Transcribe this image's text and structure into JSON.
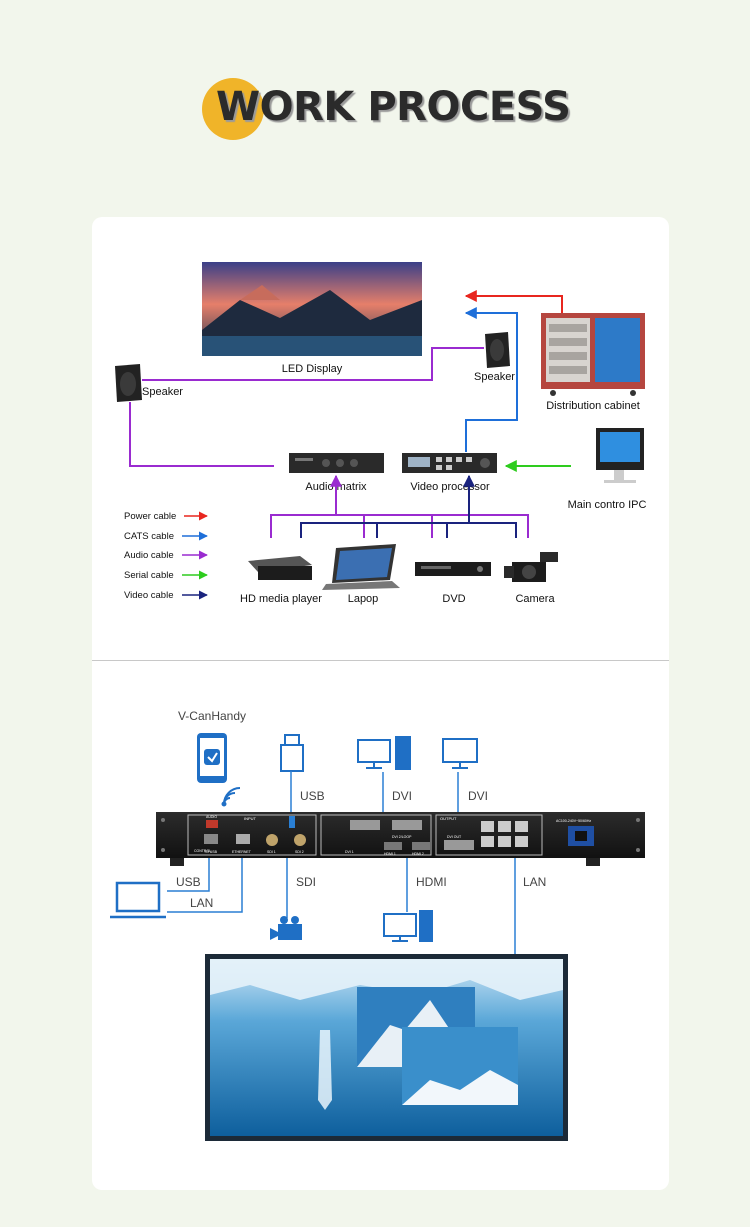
{
  "header": {
    "title": "WORK PROCESS",
    "accent_color": "#f0b429"
  },
  "diagram_top": {
    "nodes": {
      "led_display": "LED  Display",
      "speaker_left": "Speaker",
      "speaker_right": "Speaker",
      "distribution_cabinet": "Distribution cabinet",
      "audio_matrix": "Audio matrix",
      "video_processor": "Video processor",
      "main_control_ipc": "Main contro IPC",
      "hd_media_player": "HD media player",
      "laptop": "Lapop",
      "dvd": "DVD",
      "camera": "Camera"
    },
    "legend": [
      {
        "label": "Power cable",
        "color": "#e8261f"
      },
      {
        "label": "CATS cable",
        "color": "#1e6fd9"
      },
      {
        "label": "Audio cable",
        "color": "#9a2bd0"
      },
      {
        "label": "Serial cable",
        "color": "#2ecc1e"
      },
      {
        "label": "Video cable",
        "color": "#1a237e"
      }
    ]
  },
  "diagram_bottom": {
    "labels": {
      "app": "V-CanHandy",
      "usb_top": "USB",
      "dvi_1": "DVI",
      "dvi_2": "DVI",
      "usb_left": "USB",
      "lan_left": "LAN",
      "sdi": "SDI",
      "hdmi": "HDMI",
      "lan_right": "LAN"
    },
    "panel": {
      "input": "INPUT",
      "output": "OUTPUT",
      "ac": "AC100-240V~50/60Hz",
      "control": "CONTROL",
      "usb_port": "TO USB",
      "ethernet": "ETHERNET",
      "sdi1": "SDI 1",
      "sdi2": "SDI 2",
      "dvi1": "DVI 1",
      "dvi2": "DVI 2/LOOP",
      "dvi_out": "DVI OUT",
      "hdmi1": "HDMI 1",
      "hdmi2": "HDMI 2",
      "audio": "AUDIO"
    },
    "line_color": "#2a7fd4",
    "icon_color": "#1f6fc5"
  }
}
